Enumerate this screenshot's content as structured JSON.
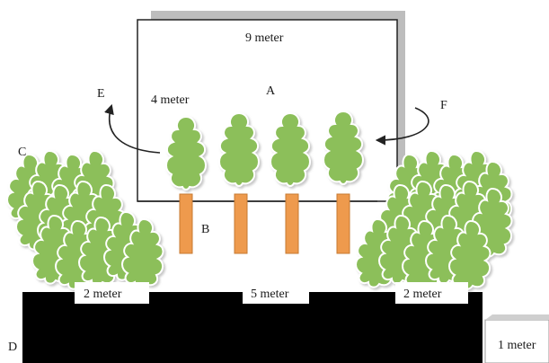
{
  "labels": {
    "A": "A",
    "B": "B",
    "C": "C",
    "D": "D",
    "E": "E",
    "F": "F"
  },
  "dimensions": {
    "box_width": "9 meter",
    "box_height": "4 meter",
    "left_strip": "2 meter",
    "center_strip": "5 meter",
    "right_strip": "2 meter",
    "base_step": "1 meter"
  },
  "colors": {
    "foliage": "#8cbf5a",
    "foliage_dark": "#6f9f40",
    "trunk": "#ee9a4d",
    "ground": "#000000",
    "box_shadow": "#bdbdbd",
    "arrow": "#222222"
  }
}
